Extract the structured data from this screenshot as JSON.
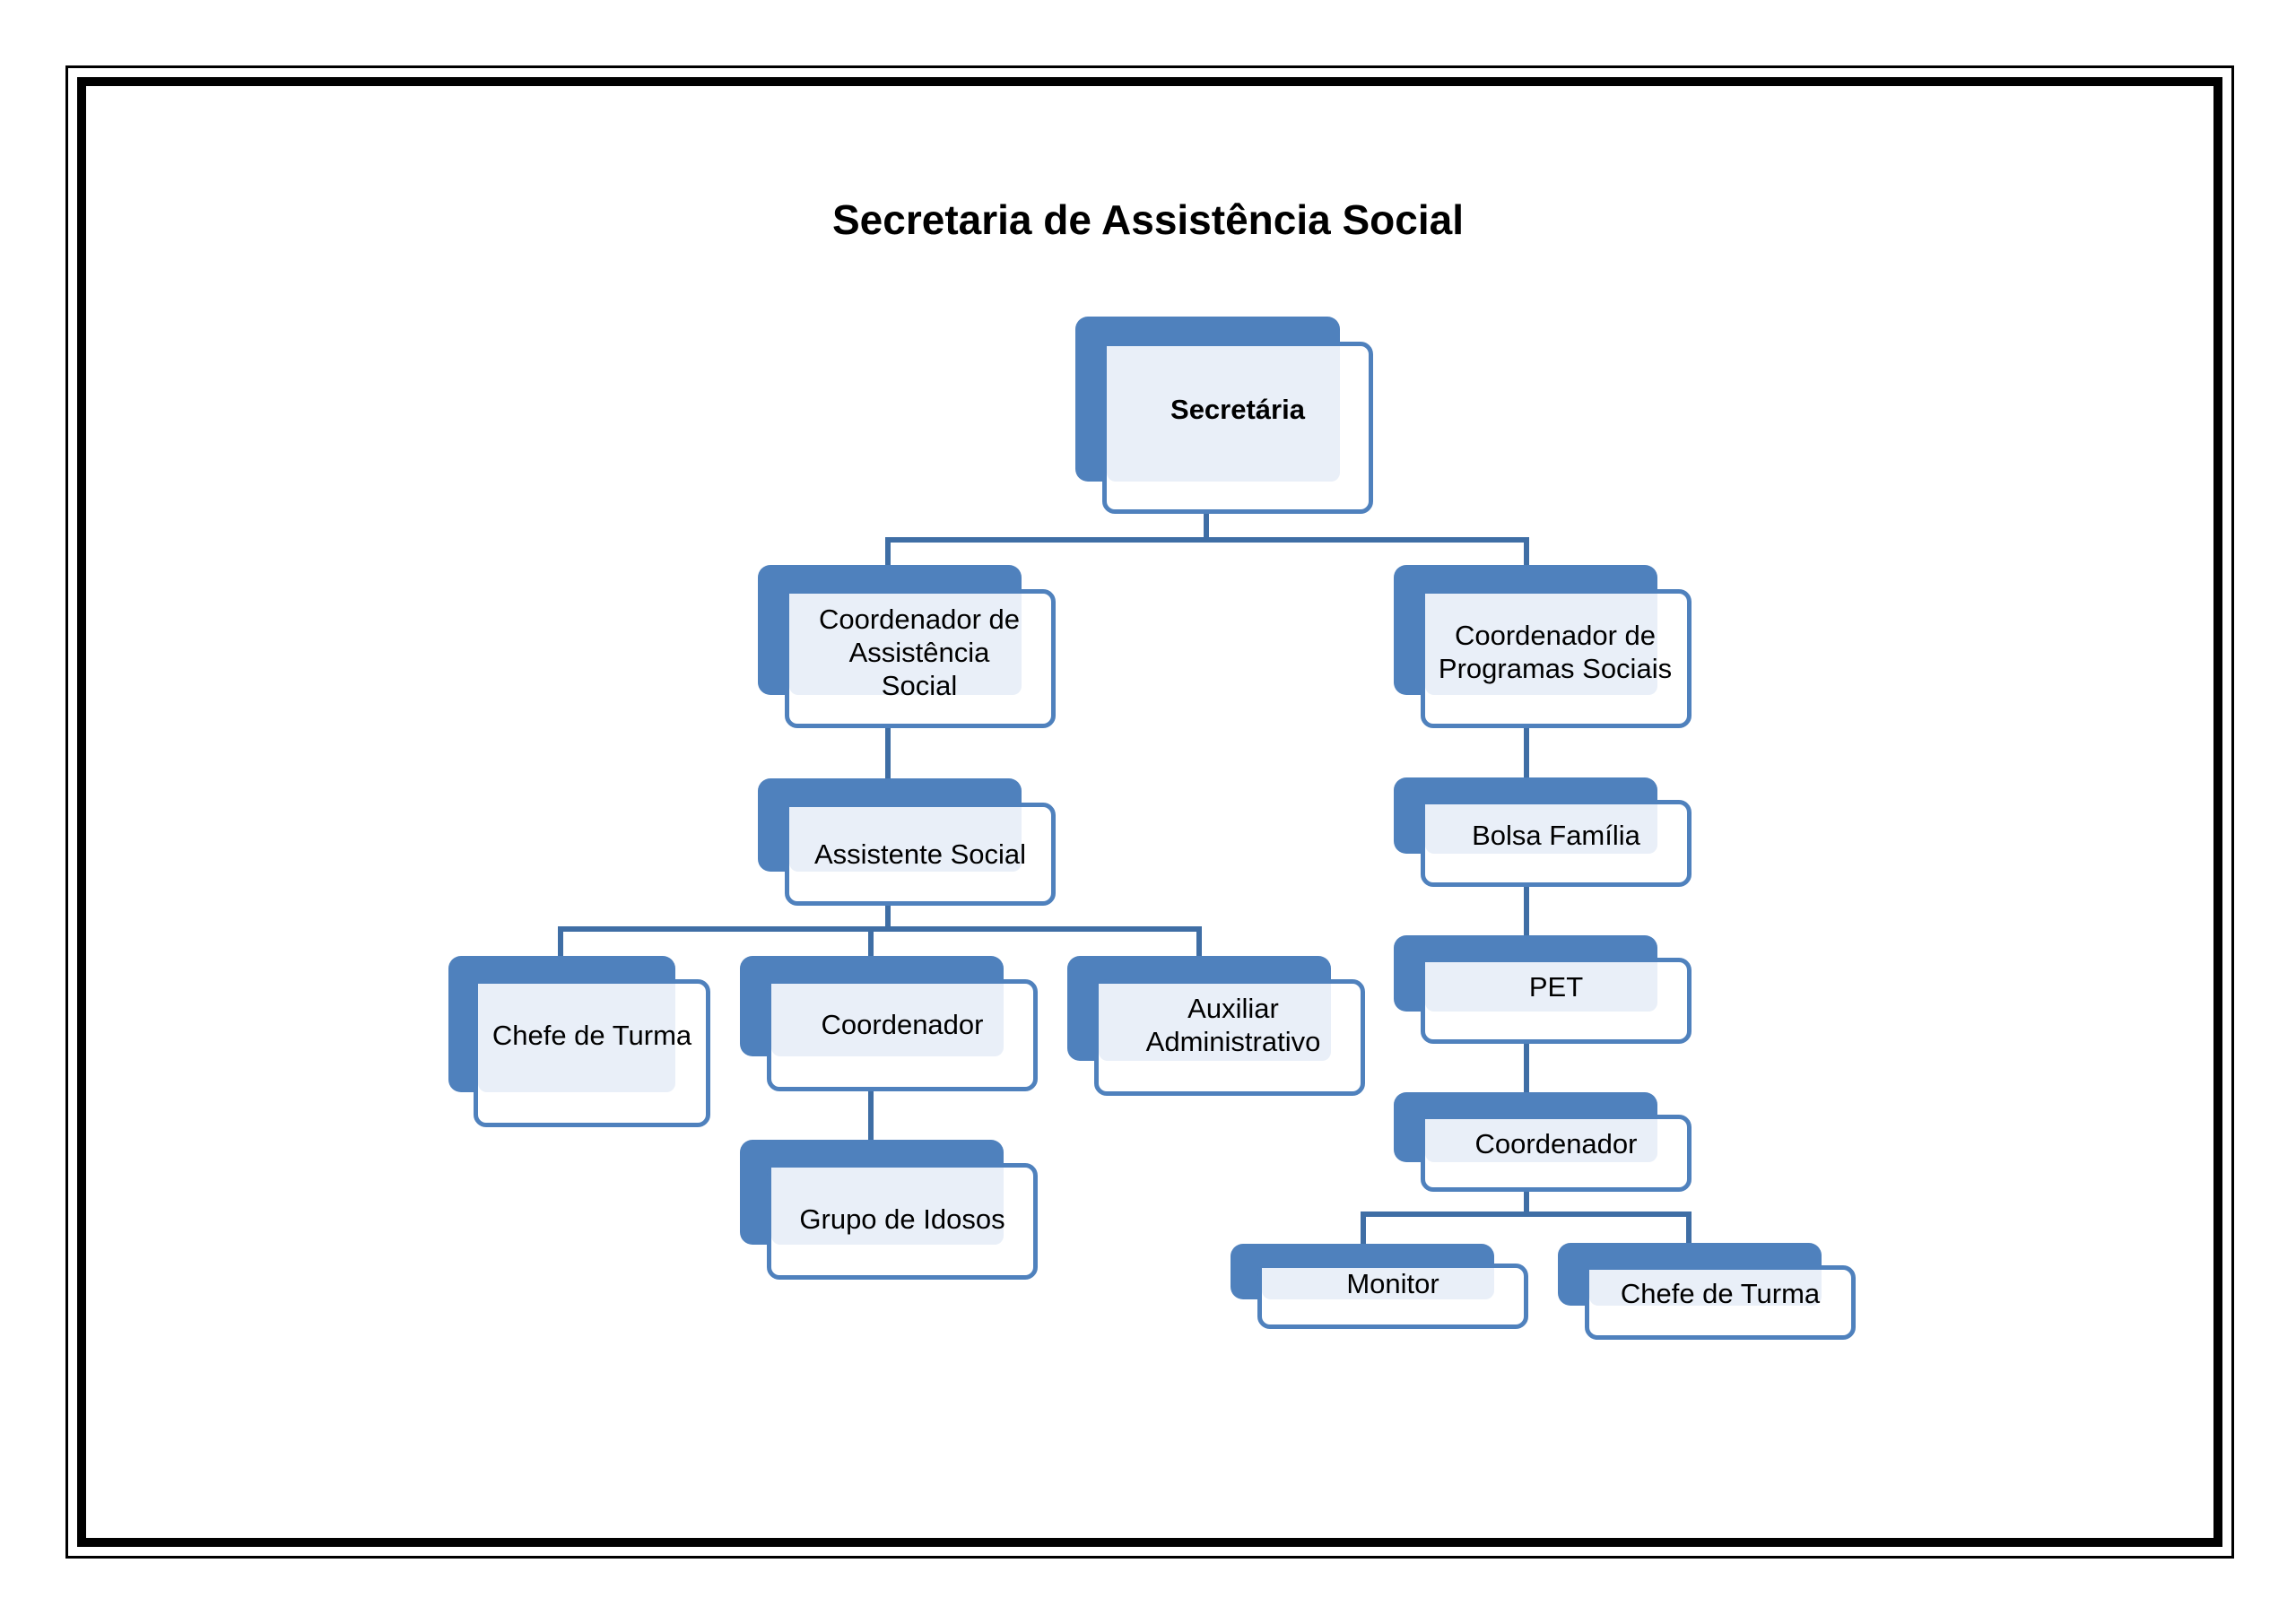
{
  "title": "Secretaria de Assistência Social",
  "colors": {
    "box_back": "#4f81bd",
    "box_border": "#4f81bd",
    "box_wash": "#e9eff8",
    "connector": "#3f6ea5"
  },
  "nodes": {
    "secretaria": "Secretária",
    "coord_assistencia": "Coordenador de Assistência Social",
    "coord_programas": "Coordenador de Programas Sociais",
    "assistente_social": "Assistente Social",
    "bolsa_familia": "Bolsa Família",
    "pet": "PET",
    "chefe_turma_left": "Chefe de Turma",
    "coordenador_left": "Coordenador",
    "auxiliar_admin": "Auxiliar Administrativo",
    "grupo_idosos": "Grupo de Idosos",
    "coordenador_right": "Coordenador",
    "monitor": "Monitor",
    "chefe_turma_right": "Chefe de Turma"
  },
  "edges": [
    [
      "secretaria",
      "coord_assistencia"
    ],
    [
      "secretaria",
      "coord_programas"
    ],
    [
      "coord_assistencia",
      "assistente_social"
    ],
    [
      "assistente_social",
      "chefe_turma_left"
    ],
    [
      "assistente_social",
      "coordenador_left"
    ],
    [
      "assistente_social",
      "auxiliar_admin"
    ],
    [
      "coordenador_left",
      "grupo_idosos"
    ],
    [
      "coord_programas",
      "bolsa_familia"
    ],
    [
      "bolsa_familia",
      "pet"
    ],
    [
      "pet",
      "coordenador_right"
    ],
    [
      "coordenador_right",
      "monitor"
    ],
    [
      "coordenador_right",
      "chefe_turma_right"
    ]
  ]
}
